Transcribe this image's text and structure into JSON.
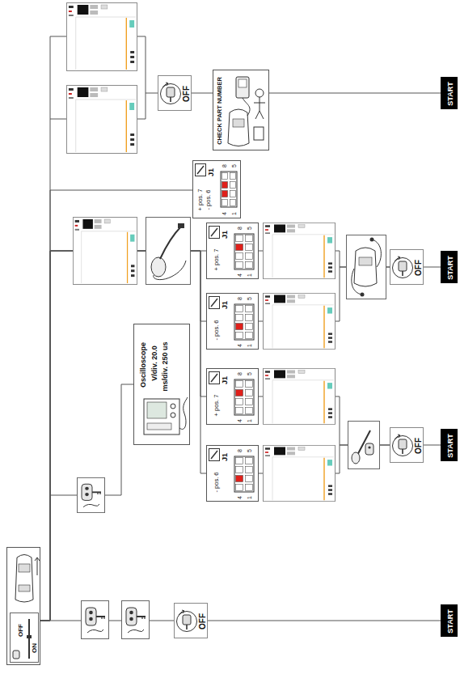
{
  "diagram": {
    "nodes": [
      {
        "text": [
          "OFF",
          "ON"
        ]
      },
      {
        "text": [
          "Oscilloscope",
          "V/div. 20.0",
          "ms/div. 250 us"
        ]
      },
      {
        "text": [
          "J1",
          "+ pos. 7",
          "- pos. 6",
          "8",
          "5",
          "4",
          "1"
        ]
      },
      {
        "text": [
          "J1",
          "- pos. 6",
          "8",
          "5",
          "4",
          "1"
        ]
      },
      {
        "text": [
          "J1",
          "+ pos. 7",
          "8",
          "5",
          "4",
          "1"
        ]
      },
      {
        "text": [
          "J1",
          "- pos. 6",
          "8",
          "5",
          "4",
          "1"
        ]
      },
      {
        "text": [
          "J1",
          "+ pos. 7",
          "8",
          "5",
          "4",
          "1"
        ]
      },
      {
        "text": [
          "OFF"
        ]
      },
      {
        "text": [
          "START"
        ]
      },
      {
        "text": [
          "OFF"
        ]
      },
      {
        "text": [
          "START"
        ]
      },
      {
        "text": [
          "OFF"
        ]
      },
      {
        "text": [
          "START"
        ]
      },
      {
        "text": [
          "OFF"
        ]
      },
      {
        "text": [
          "CHECK PART NUMBER"
        ]
      },
      {
        "text": [
          "START"
        ]
      }
    ],
    "edges": [
      {
        "from": 0,
        "to": 7,
        "arrow": "none"
      },
      {
        "from": 7,
        "to": 8,
        "arrow": "none"
      },
      {
        "from": 0,
        "to": 1,
        "arrow": "none"
      },
      {
        "from": 0,
        "to": 2,
        "arrow": "none"
      },
      {
        "from": 0,
        "to": 13,
        "arrow": "none"
      },
      {
        "from": 0,
        "to": 3,
        "arrow": "none"
      },
      {
        "from": 0,
        "to": 4,
        "arrow": "none"
      },
      {
        "from": 0,
        "to": 5,
        "arrow": "none"
      },
      {
        "from": 0,
        "to": 6,
        "arrow": "none"
      },
      {
        "from": 3,
        "to": 9,
        "arrow": "none"
      },
      {
        "from": 4,
        "to": 9,
        "arrow": "none"
      },
      {
        "from": 5,
        "to": 11,
        "arrow": "none"
      },
      {
        "from": 6,
        "to": 11,
        "arrow": "none"
      },
      {
        "from": 9,
        "to": 10,
        "arrow": "none"
      },
      {
        "from": 11,
        "to": 12,
        "arrow": "none"
      },
      {
        "from": 13,
        "to": 14,
        "arrow": "none"
      },
      {
        "from": 14,
        "to": 15,
        "arrow": "none"
      }
    ]
  }
}
